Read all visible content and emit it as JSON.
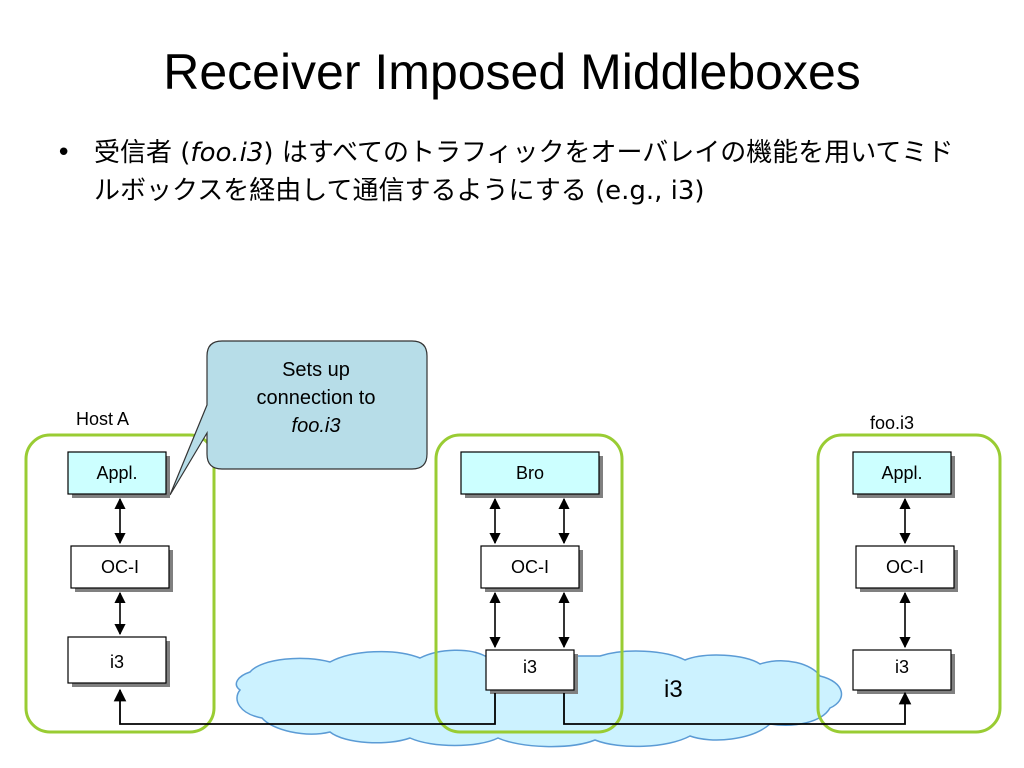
{
  "slide": {
    "title": "Receiver Imposed Middleboxes",
    "bullet": {
      "marker": "•",
      "pre": "受信者 (",
      "italic": "foo.i3",
      "post": ") はすべてのトラフィックをオーバレイの機能を用いてミドルボックスを経由して通信するようにする (e.g., i3)"
    }
  },
  "diagram": {
    "callout": {
      "line1": "Sets up",
      "line2": "connection to",
      "line3": "foo.i3"
    },
    "host_a": {
      "label": "Host A",
      "app": "Appl.",
      "oc": "OC-I",
      "i3": "i3"
    },
    "middlebox": {
      "app": "Bro",
      "oc": "OC-I",
      "i3": "i3"
    },
    "receiver": {
      "label": "foo.i3",
      "app": "Appl.",
      "oc": "OC-I",
      "i3": "i3"
    },
    "cloud_label": "i3"
  },
  "colors": {
    "host_border": "#99cc33",
    "app_fill": "#ccffff",
    "box_fill": "#ffffff",
    "shadow": "#808080",
    "callout_fill": "#b7dde8",
    "cloud_fill": "#ccf2ff",
    "cloud_stroke": "#5b9bd5"
  }
}
